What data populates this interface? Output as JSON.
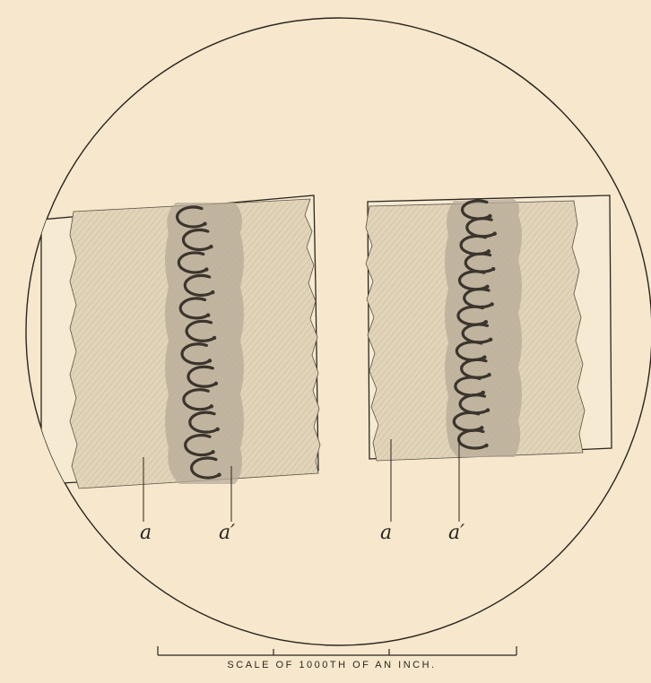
{
  "labels": {
    "left_a": "a",
    "left_a_prime": "a′",
    "right_a": "a",
    "right_a_prime": "a′"
  },
  "scale": {
    "caption": "SCALE OF 1000TH OF AN INCH."
  },
  "colors": {
    "background": "#f7e8cd",
    "ink": "#2a2620",
    "tissue": "#e2d4b9",
    "ring_band": "#b7ab98",
    "ring": "#3b352d"
  },
  "left_ring_count": 12,
  "right_ring_count": 14
}
